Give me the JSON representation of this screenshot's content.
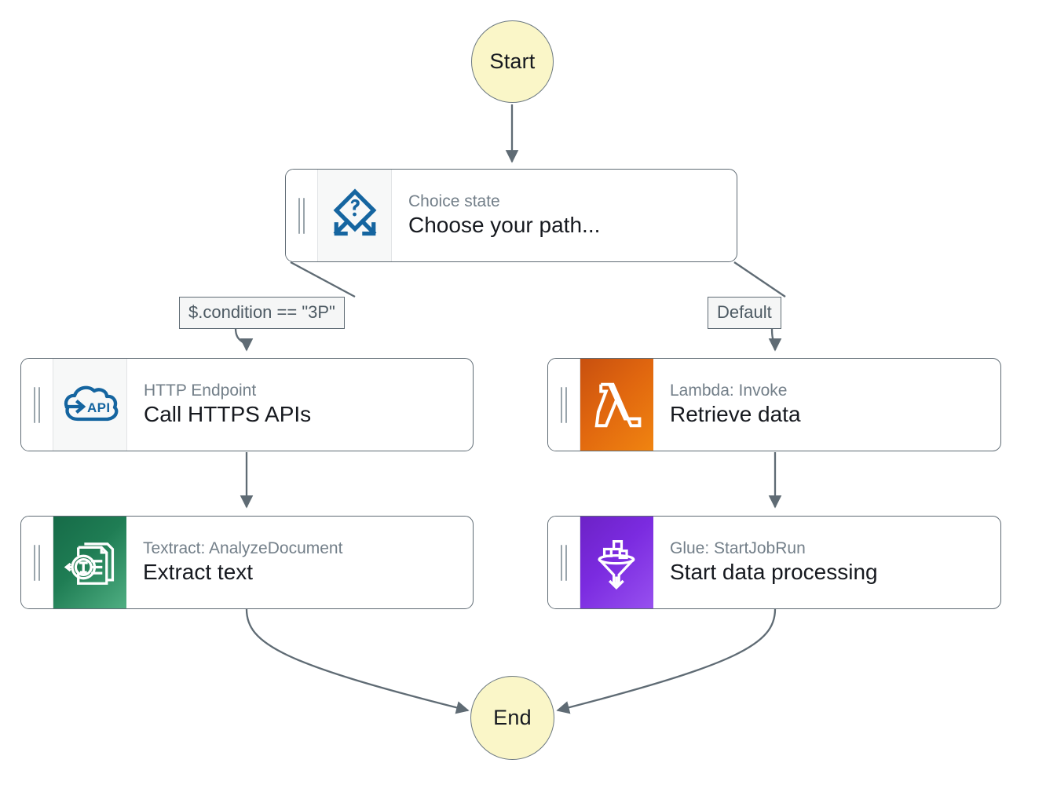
{
  "diagram": {
    "type": "aws-step-functions-workflow",
    "background": "#ffffff",
    "accent_colors": {
      "terminal_fill": "#faf6c8",
      "edge_stroke": "#5f6b74",
      "choice_icon": "#1565a0",
      "http_icon": "#1565a0",
      "lambda_panel": "#e0660f",
      "textract_panel": "#1f7d54",
      "glue_panel": "#7b2be0",
      "subtitle_text": "#737f89",
      "title_text": "#16191f"
    }
  },
  "terminals": {
    "start": {
      "label": "Start"
    },
    "end": {
      "label": "End"
    }
  },
  "nodes": [
    {
      "id": "choice",
      "subtitle": "Choice state",
      "title": "Choose your path...",
      "icon": "choice-diamond-question-icon",
      "panel": "plain"
    },
    {
      "id": "http",
      "subtitle": "HTTP Endpoint",
      "title": "Call HTTPS APIs",
      "icon": "cloud-api-arrow-icon",
      "panel": "plain"
    },
    {
      "id": "lambda",
      "subtitle": "Lambda: Invoke",
      "title": "Retrieve data",
      "icon": "aws-lambda-icon",
      "panel": "lambda"
    },
    {
      "id": "textract",
      "subtitle": "Textract: AnalyzeDocument",
      "title": "Extract text",
      "icon": "aws-textract-document-icon",
      "panel": "textract"
    },
    {
      "id": "glue",
      "subtitle": "Glue: StartJobRun",
      "title": "Start data processing",
      "icon": "aws-glue-funnel-icon",
      "panel": "glue"
    }
  ],
  "edge_labels": {
    "left_branch": "$.condition == \"3P\"",
    "right_branch": "Default"
  },
  "edges": [
    {
      "from": "start",
      "to": "choice",
      "label": ""
    },
    {
      "from": "choice",
      "to": "http",
      "label": "$.condition == \"3P\""
    },
    {
      "from": "choice",
      "to": "lambda",
      "label": "Default"
    },
    {
      "from": "http",
      "to": "textract",
      "label": ""
    },
    {
      "from": "lambda",
      "to": "glue",
      "label": ""
    },
    {
      "from": "textract",
      "to": "end",
      "label": ""
    },
    {
      "from": "glue",
      "to": "end",
      "label": ""
    }
  ]
}
